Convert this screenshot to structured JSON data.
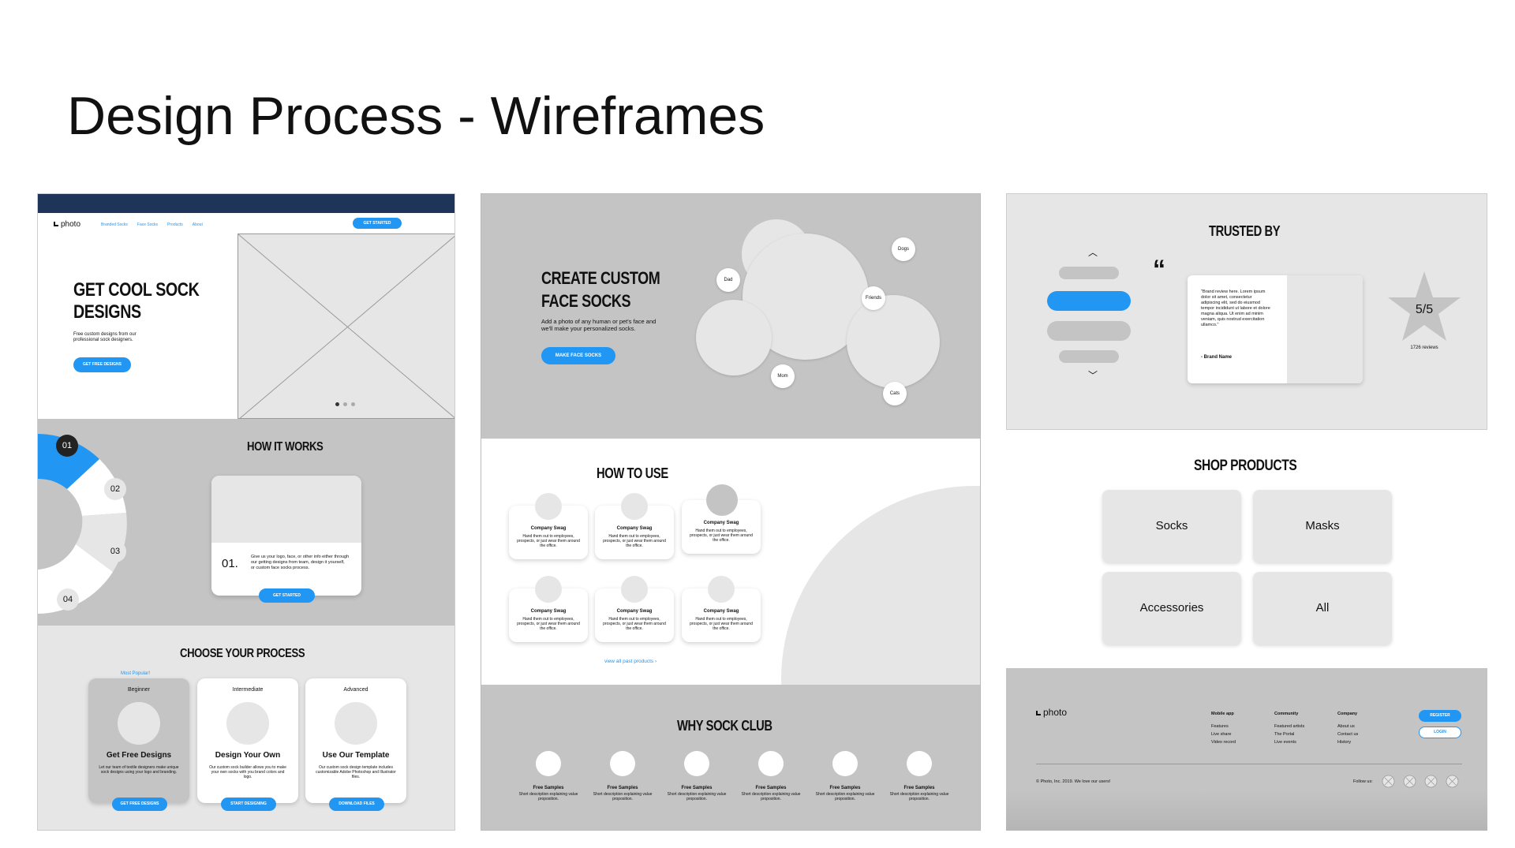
{
  "slide_title": "Design Process - Wireframes",
  "colors": {
    "accent": "#2196f3",
    "navy": "#1f3459",
    "gray_bg": "#c4c4c4",
    "light_gray": "#e6e6e6"
  },
  "p1": {
    "logo": "photo",
    "nav": [
      "Branded Socks",
      "Face Socks",
      "Products",
      "About"
    ],
    "get_started": "GET STARTED",
    "hero_title_1": "GET COOL SOCK",
    "hero_title_2": "DESIGNS",
    "hero_sub": "Free custom designs from our professional sock designers.",
    "hero_btn": "GET FREE DESIGNS",
    "how_title": "HOW IT WORKS",
    "steps": [
      "01",
      "02",
      "03",
      "04"
    ],
    "step_num": "01.",
    "step_text": "Give us your logo, face, or other info either through our getting designs from team, design it yourself, or custom face socks process.",
    "step_btn": "GET STARTED",
    "choose_title": "CHOOSE YOUR PROCESS",
    "most_popular": "Most Popular!",
    "options": [
      {
        "level": "Beginner",
        "name": "Get Free Designs",
        "desc": "Let our team of textile designers make unique sock designs using your logo and branding.",
        "btn": "GET FREE DESIGNS"
      },
      {
        "level": "Intermediate",
        "name": "Design Your Own",
        "desc": "Our custom sock builder allows you to make your own socks with you brand colors and logo.",
        "btn": "START DESIGNING"
      },
      {
        "level": "Advanced",
        "name": "Use Our Template",
        "desc": "Our custom sock design template includes customizable Adobe Photoshop and Illustrator files.",
        "btn": "DOWNLOAD FILES"
      }
    ]
  },
  "p2": {
    "hero_title_1": "CREATE CUSTOM",
    "hero_title_2": "FACE SOCKS",
    "hero_sub": "Add a photo of any human or pet's face and we'll make your personalized socks.",
    "hero_btn": "MAKE FACE SOCKS",
    "bubbles": [
      "Dad",
      "Dogs",
      "Friends",
      "Mom",
      "Cats"
    ],
    "howto_title": "HOW TO USE",
    "card_title": "Company Swag",
    "card_desc": "Hand them out to employees, prospects, or just wear them around the office.",
    "view_all": "view all past products",
    "why_title": "WHY SOCK CLUB",
    "feature_title": "Free Samples",
    "feature_desc": "Short description explaining value proposition."
  },
  "p3": {
    "trusted_title": "TRUSTED BY",
    "quote_mark": "“",
    "review": "\"Brand review here. Lorem ipsum dolor sit amet, consectetur adipiscing elit, sed do eiusmod tempor incididunt ut labore et dolore magna aliqua. Ut enim ad minim veniam, quis nostrud exercitation ullamco.\"",
    "brand": "- Brand Name",
    "rating": "5/5",
    "reviews_count": "1726 reviews",
    "shop_title": "SHOP PRODUCTS",
    "products": [
      "Socks",
      "Masks",
      "Accessories",
      "All"
    ],
    "footer_logo": "photo",
    "footer_cols": [
      {
        "head": "Mobile app",
        "items": [
          "Features",
          "Live share",
          "Video record"
        ]
      },
      {
        "head": "Community",
        "items": [
          "Featured artists",
          "The Portal",
          "Live events"
        ]
      },
      {
        "head": "Company",
        "items": [
          "About us",
          "Contact us",
          "History"
        ]
      }
    ],
    "register": "REGISTER",
    "login": "LOGIN",
    "copyright": "© Photo, Inc. 2019. We love our users!",
    "follow": "Follow us:"
  }
}
